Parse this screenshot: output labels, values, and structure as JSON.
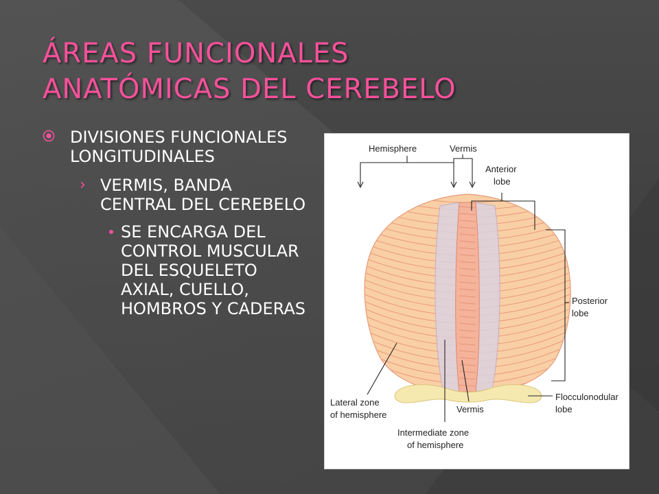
{
  "slide": {
    "title_line1": "ÁREAS FUNCIONALES",
    "title_line2": "ANATÓMICAS DEL CEREBELO",
    "accent_color": "#f7519b",
    "bullets": {
      "level1": "DIVISIONES FUNCIONALES LONGITUDINALES",
      "level2": "VERMIS, BANDA CENTRAL DEL CEREBELO",
      "level3": "SE ENCARGA DEL CONTROL MUSCULAR DEL ESQUELETO AXIAL, CUELLO, HOMBROS Y CADERAS"
    }
  },
  "figure": {
    "labels": {
      "hemisphere": "Hemisphere",
      "vermis_top": "Vermis",
      "anterior_1": "Anterior",
      "anterior_2": "lobe",
      "posterior_1": "Posterior",
      "posterior_2": "lobe",
      "floccu_1": "Flocculonodular",
      "floccu_2": "lobe",
      "lateral_1": "Lateral zone",
      "lateral_2": "of hemisphere",
      "vermis_bottom": "Vermis",
      "intermediate_1": "Intermediate zone",
      "intermediate_2": "of hemisphere"
    },
    "colors": {
      "lobe": "#f9cfa6",
      "vermis": "#f4b39a",
      "intermediate": "#dcd2e0",
      "nodule": "#f6e9b0"
    }
  }
}
